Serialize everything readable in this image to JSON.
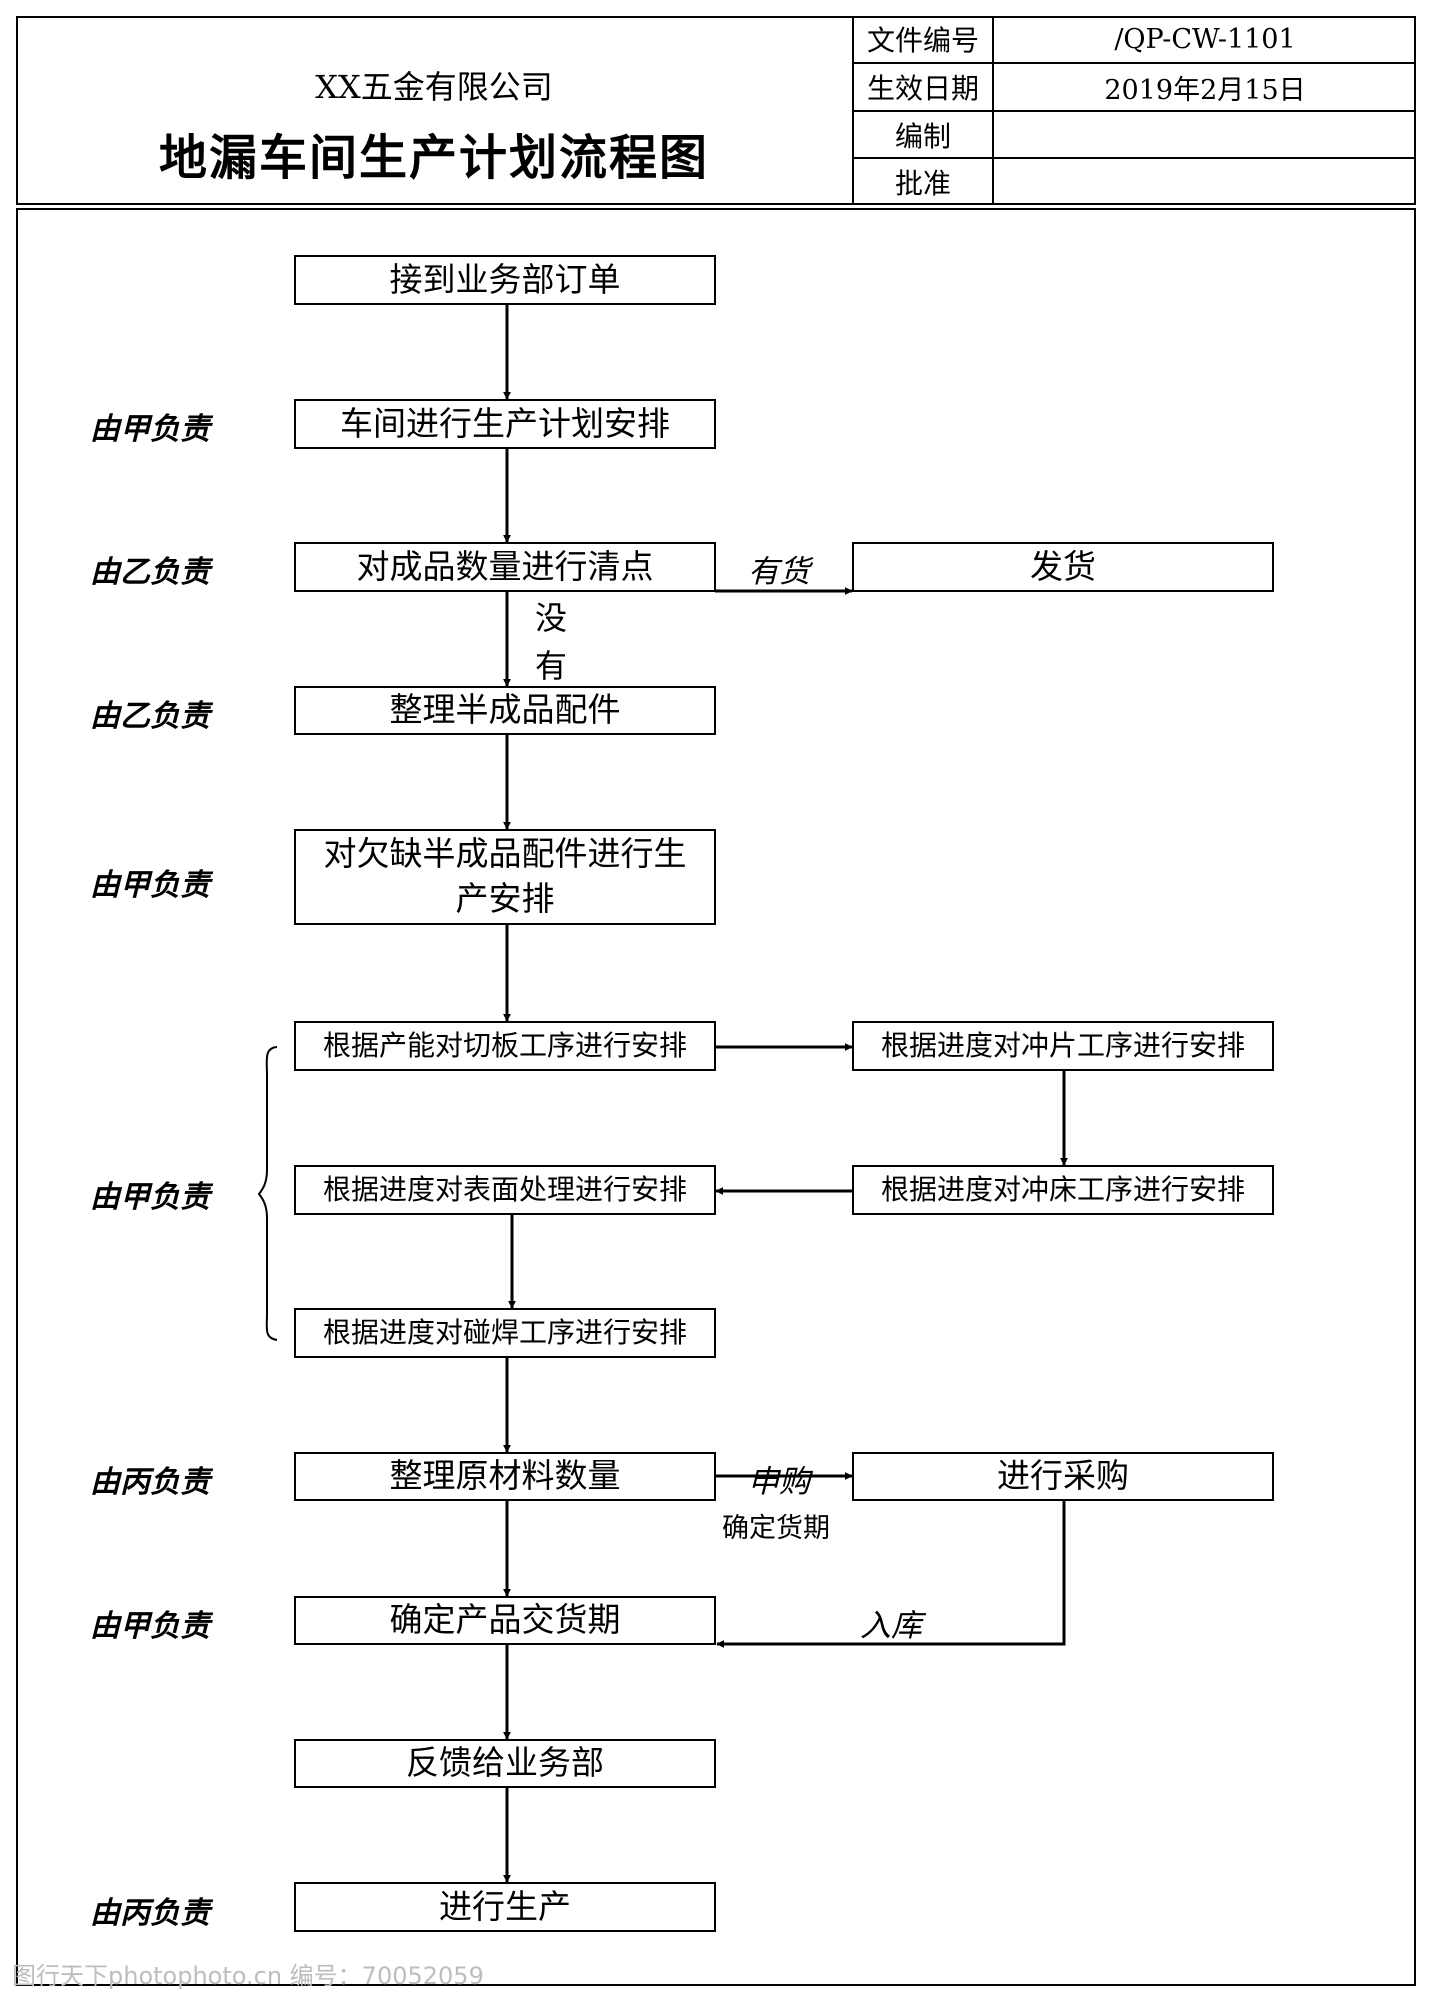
{
  "header": {
    "company": "XX五金有限公司",
    "title": "地漏车间生产计划流程图",
    "meta": [
      {
        "label": "文件编号",
        "value": "/QP-CW-1101"
      },
      {
        "label": "生效日期",
        "value": "2019年2月15日"
      },
      {
        "label": "编制",
        "value": ""
      },
      {
        "label": "批准",
        "value": ""
      }
    ]
  },
  "nodes": {
    "receive_order": "接到业务部订单",
    "workshop_plan": "车间进行生产计划安排",
    "inventory_check": "对成品数量进行清点",
    "ship": "发货",
    "sort_parts": "整理半成品配件",
    "shortage_plan": "对欠缺半成品配件进行生产安排",
    "cutting": "根据产能对切板工序进行安排",
    "punching": "根据进度对冲片工序进行安排",
    "press": "根据进度对冲床工序进行安排",
    "surface": "根据进度对表面处理进行安排",
    "welding": "根据进度对碰焊工序进行安排",
    "raw_material": "整理原材料数量",
    "purchase": "进行采购",
    "delivery_date": "确定产品交货期",
    "feedback": "反馈给业务部",
    "produce": "进行生产"
  },
  "responsibility": {
    "r1": "由甲负责",
    "r2": "由乙负责",
    "r3": "由乙负责",
    "r4": "由甲负责",
    "r5": "由甲负责",
    "r6": "由丙负责",
    "r7": "由甲负责",
    "r8": "由丙负责"
  },
  "edge_labels": {
    "in_stock": "有货",
    "no_stock_1": "没",
    "no_stock_2": "有",
    "apply_purchase": "申购",
    "confirm_date": "确定货期",
    "warehouse_in": "入库"
  },
  "watermark": "图行天下photophoto.cn 编号：70052059"
}
